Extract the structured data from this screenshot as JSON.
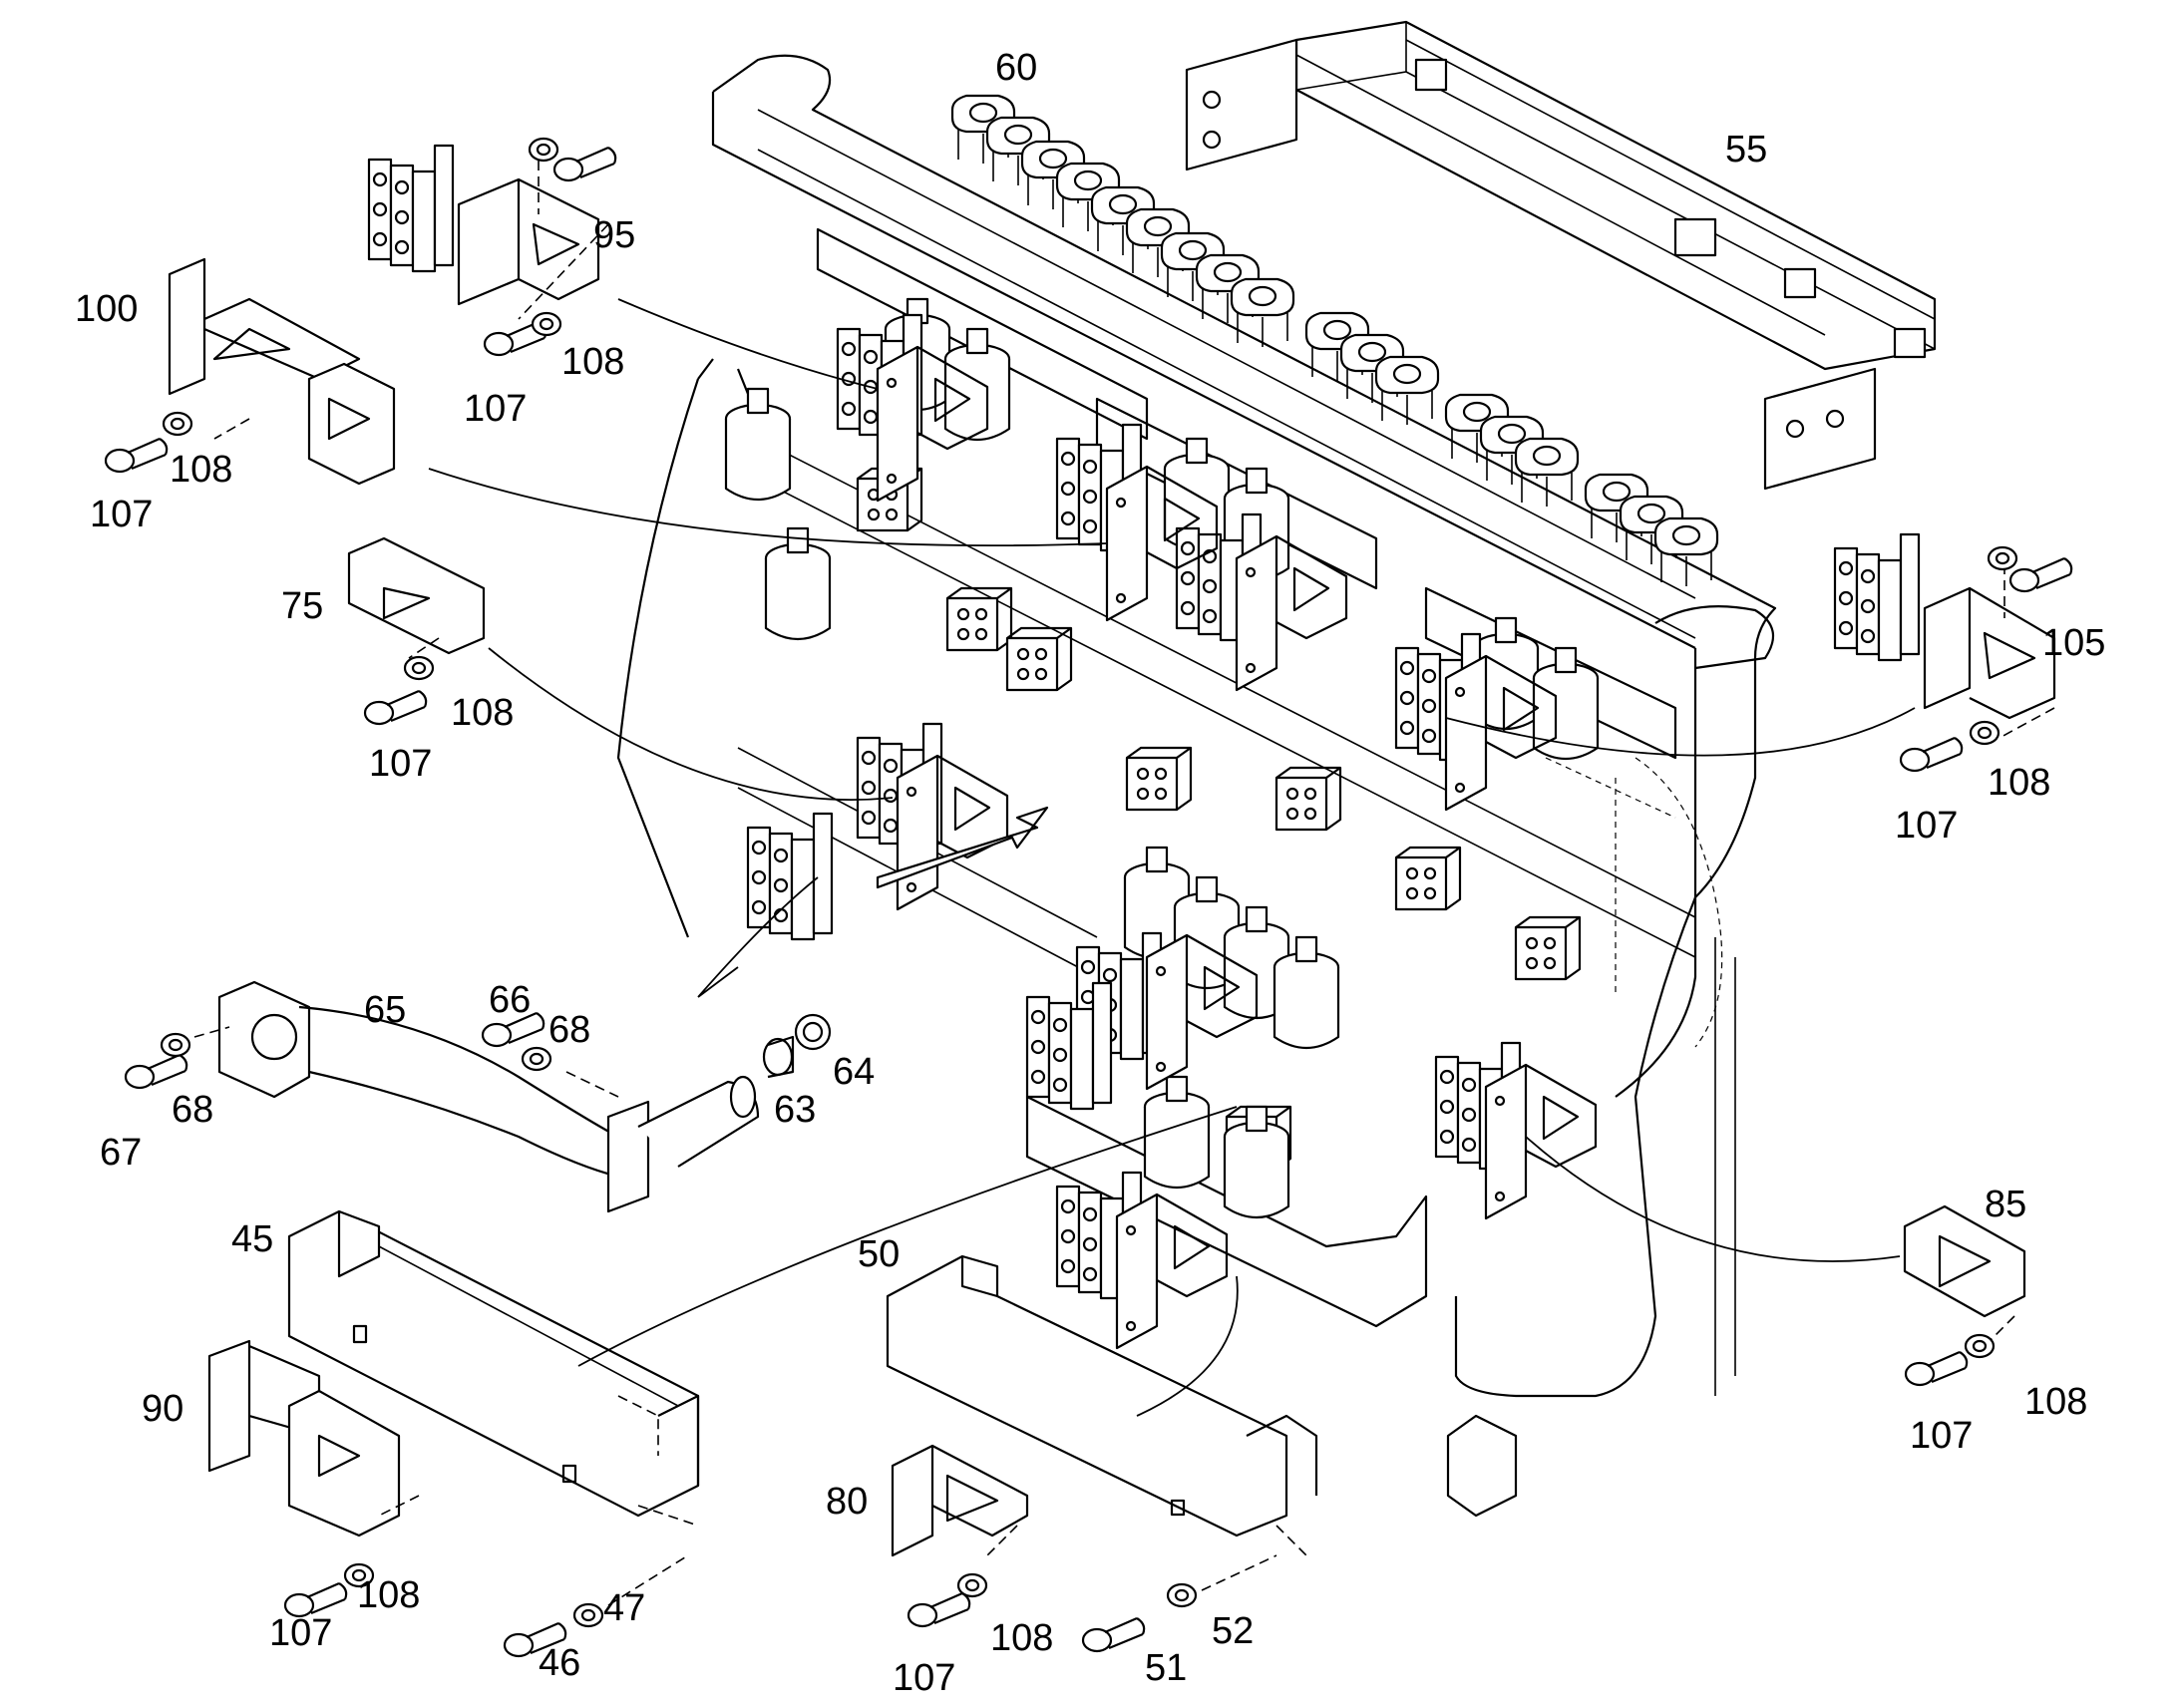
{
  "callouts": {
    "c45": "45",
    "c46": "46",
    "c47": "47",
    "c50": "50",
    "c51": "51",
    "c52": "52",
    "c55": "55",
    "c60": "60",
    "c63": "63",
    "c64": "64",
    "c65": "65",
    "c66": "66",
    "c67": "67",
    "c68a": "68",
    "c68b": "68",
    "c75": "75",
    "c80": "80",
    "c85": "85",
    "c90": "90",
    "c95": "95",
    "c100": "100",
    "c105": "105",
    "c107_95": "107",
    "c108_95": "108",
    "c107_100": "107",
    "c108_100": "108",
    "c107_75": "107",
    "c108_75": "108",
    "c107_105": "107",
    "c108_105": "108",
    "c107_85": "107",
    "c108_85": "108",
    "c107_90": "107",
    "c108_90": "108",
    "c107_80": "107",
    "c108_80": "108"
  }
}
